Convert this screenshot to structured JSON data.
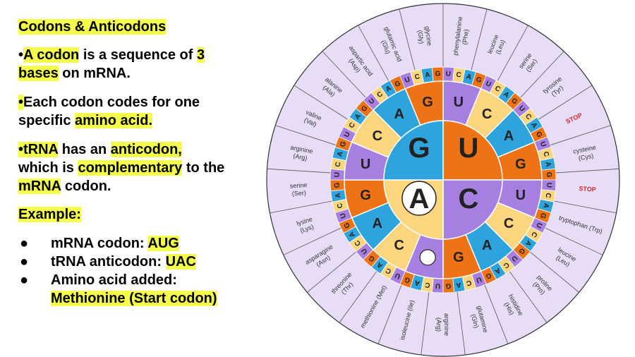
{
  "text": {
    "title": "Codons & Anticodons",
    "p1": {
      "bullet": "•",
      "hl1": "A codon",
      "mid": " is a sequence of ",
      "hl2": "3",
      "line2_hl": "bases",
      "line2_rest": " on mRNA."
    },
    "p2": {
      "bullet": "•",
      "line1": "Each codon codes for one",
      "line2_pre": "specific ",
      "line2_hl": "amino acid."
    },
    "p3": {
      "hl1": "•tRNA",
      "mid": " has an ",
      "hl2": "anticodon,",
      "line2_pre": "which is ",
      "line2_hl": "complementary",
      "line2_post": " to the",
      "line3_hl": "mRNA",
      "line3_post": " codon."
    },
    "example_label": "Example:",
    "bullets": [
      {
        "dot": "●",
        "pre": "mRNA codon: ",
        "hl": "AUG"
      },
      {
        "dot": "●",
        "pre": "tRNA anticodon: ",
        "hl": "UAC"
      },
      {
        "dot": "●",
        "pre": "Amino acid added:",
        "hl": ""
      }
    ],
    "bullet3_cont": "Methionine (Start codon)"
  },
  "wheel": {
    "colors": {
      "G": "#ee7316",
      "U": "#a77fe0",
      "A": "#2ea3dc",
      "C": "#fbd67e",
      "outer": "#e7ddf7",
      "line": "#ffffff",
      "stroke": "#333333"
    },
    "inner": [
      "G",
      "U",
      "C",
      "A"
    ],
    "middle": [
      "U",
      "C",
      "A",
      "G",
      "U",
      "C",
      "A",
      "G",
      "U",
      "C",
      "A",
      "G",
      "U",
      "C",
      "A",
      "G"
    ],
    "outer": [
      "U",
      "C",
      "A",
      "G",
      "U",
      "C",
      "A",
      "G",
      "U",
      "C",
      "A",
      "G",
      "U",
      "C",
      "A",
      "G",
      "U",
      "C",
      "A",
      "G",
      "U",
      "C",
      "A",
      "G",
      "U",
      "C",
      "A",
      "G",
      "U",
      "C",
      "A",
      "G",
      "U",
      "C",
      "A",
      "G",
      "U",
      "C",
      "A",
      "G",
      "U",
      "C",
      "A",
      "G",
      "U",
      "C",
      "A",
      "G",
      "U",
      "C",
      "A",
      "G",
      "U",
      "C",
      "A",
      "G",
      "U",
      "C",
      "A",
      "G",
      "U",
      "C",
      "A",
      "G"
    ],
    "amino_labels": [
      {
        "name": "phenylalanine",
        "abbr": "(Phe)"
      },
      {
        "name": "leucine",
        "abbr": "(Leu)"
      },
      {
        "name": "serine",
        "abbr": "(Ser)"
      },
      {
        "name": "tyrosine",
        "abbr": "(Tyr)"
      },
      {
        "name": "STOP",
        "abbr": ""
      },
      {
        "name": "cysteine",
        "abbr": "(Cys)"
      },
      {
        "name": "STOP",
        "abbr": ""
      },
      {
        "name": "tryptophan (Trp)",
        "abbr": ""
      },
      {
        "name": "leucine",
        "abbr": "(Leu)"
      },
      {
        "name": "proline",
        "abbr": "(Pro)"
      },
      {
        "name": "histidine",
        "abbr": "(His)"
      },
      {
        "name": "glutamine",
        "abbr": "(Gln)"
      },
      {
        "name": "arginine",
        "abbr": "(Arg)"
      },
      {
        "name": "isoleucine (Ile)",
        "abbr": ""
      },
      {
        "name": "methionine (Met)",
        "abbr": ""
      },
      {
        "name": "threonine",
        "abbr": "(Thr)"
      },
      {
        "name": "asparagine",
        "abbr": "(Asn)"
      },
      {
        "name": "lysine",
        "abbr": "(Lys)"
      },
      {
        "name": "serine",
        "abbr": "(Ser)"
      },
      {
        "name": "arginine",
        "abbr": "(Arg)"
      },
      {
        "name": "valine",
        "abbr": "(Val)"
      },
      {
        "name": "alanine",
        "abbr": "(Ala)"
      },
      {
        "name": "aspartic acid",
        "abbr": "(Asp)"
      },
      {
        "name": "glutamic acid",
        "abbr": "(Glu)"
      },
      {
        "name": "glycine",
        "abbr": "(Gly)"
      }
    ]
  }
}
